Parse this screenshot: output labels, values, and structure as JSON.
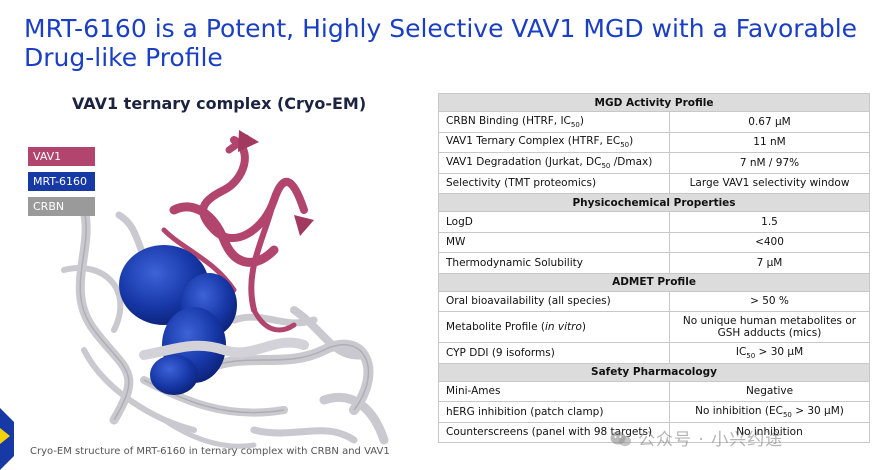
{
  "slide": {
    "title": "MRT-6160 is a Potent, Highly Selective VAV1 MGD with a Favorable Drug-like Profile",
    "figure_subtitle": "VAV1 ternary complex (Cryo-EM)",
    "caption": "Cryo-EM structure of MRT-6160 in ternary complex with CRBN and VAV1",
    "legend": [
      {
        "label": "VAV1",
        "color": "#b2456d"
      },
      {
        "label": "MRT-6160",
        "color": "#1739a6"
      },
      {
        "label": "CRBN",
        "color": "#9a9a9a"
      }
    ]
  },
  "table": {
    "sections": [
      {
        "header": "MGD Activity Profile",
        "rows": [
          {
            "label_parts": [
              "CRBN Binding (HTRF, IC",
              "50",
              ")"
            ],
            "value": "0.67 μM"
          },
          {
            "label_parts": [
              "VAV1 Ternary Complex (HTRF, EC",
              "50",
              ")"
            ],
            "value": "11 nM"
          },
          {
            "label_parts": [
              "VAV1 Degradation (Jurkat, DC",
              "50",
              " /Dmax)"
            ],
            "value": "7 nM / 97%"
          },
          {
            "label_parts": [
              "Selectivity (TMT proteomics)",
              "",
              ""
            ],
            "value": "Large VAV1 selectivity window"
          }
        ]
      },
      {
        "header": "Physicochemical Properties",
        "rows": [
          {
            "label_parts": [
              "LogD",
              "",
              ""
            ],
            "value": "1.5"
          },
          {
            "label_parts": [
              "MW",
              "",
              ""
            ],
            "value": "<400"
          },
          {
            "label_parts": [
              "Thermodynamic Solubility",
              "",
              ""
            ],
            "value": "7 μM"
          }
        ]
      },
      {
        "header": "ADMET Profile",
        "rows": [
          {
            "label_parts": [
              "Oral bioavailability (all species)",
              "",
              ""
            ],
            "value": "> 50 %"
          },
          {
            "label_parts": [
              "Metabolite Profile (",
              "in vitro",
              ")"
            ],
            "value": "No unique human metabolites or GSH adducts (mics)",
            "tall": true,
            "italic_mid": true
          },
          {
            "label_parts": [
              "CYP DDI (9 isoforms)",
              "",
              ""
            ],
            "value_parts": [
              "IC",
              "50",
              " > 30 μM"
            ]
          }
        ]
      },
      {
        "header": "Safety Pharmacology",
        "rows": [
          {
            "label_parts": [
              "Mini-Ames",
              "",
              ""
            ],
            "value": "Negative"
          },
          {
            "label_parts": [
              "hERG inhibition (patch clamp)",
              "",
              ""
            ],
            "value_parts": [
              "No inhibition (EC",
              "50",
              " > 30 μM)"
            ]
          },
          {
            "label_parts": [
              "Counterscreens (panel with 98 targets)",
              "",
              ""
            ],
            "value": "No inhibition"
          }
        ]
      }
    ]
  },
  "watermark": {
    "text": "公众号 · 小兴约途",
    "icon": "wechat-icon"
  }
}
